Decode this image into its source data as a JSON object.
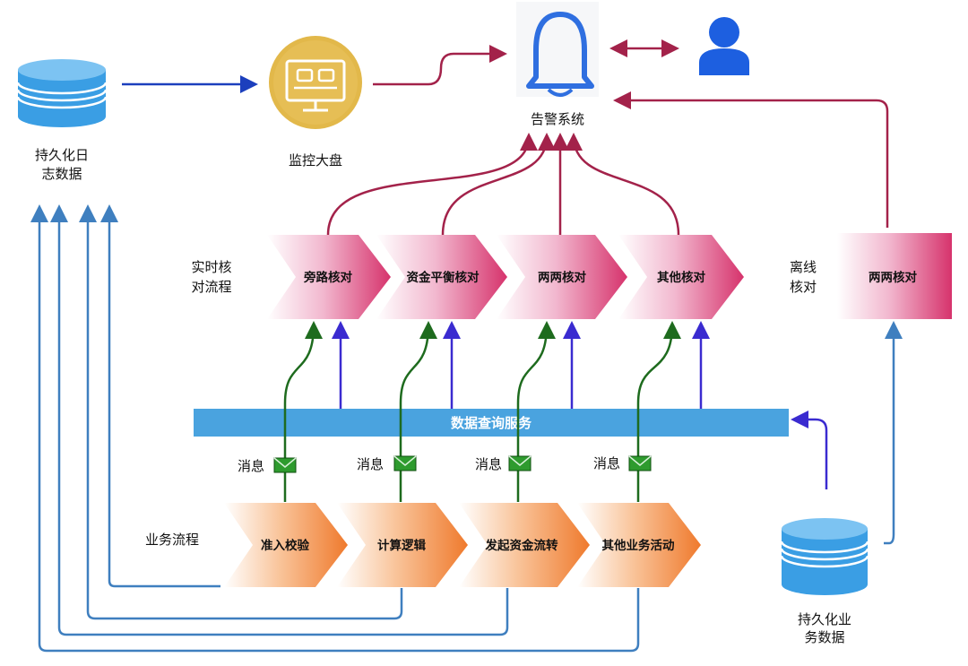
{
  "nodes": {
    "log_db": {
      "label_l1": "持久化日",
      "label_l2": "志数据"
    },
    "monitor": {
      "label": "监控大盘"
    },
    "alert": {
      "label": "告警系统"
    },
    "realtime_section": {
      "label_l1": "实时核",
      "label_l2": "对流程"
    },
    "offline_section": {
      "label_l1": "离线",
      "label_l2": "核对"
    },
    "business_section": {
      "label": "业务流程"
    },
    "query_service": {
      "label": "数据查询服务"
    },
    "biz_db": {
      "label_l1": "持久化业",
      "label_l2": "务数据"
    }
  },
  "realtime_checks": [
    "旁路核对",
    "资金平衡核对",
    "两两核对",
    "其他核对"
  ],
  "offline_checks": [
    "两两核对"
  ],
  "business_steps": [
    "准入校验",
    "计算逻辑",
    "发起资金流转",
    "其他业务活动"
  ],
  "messages": [
    "消息",
    "消息",
    "消息",
    "消息"
  ],
  "colors": {
    "db_blue": "#3a9ee4",
    "service_bar": "#4aa3df",
    "monitor_gold": "#e2b84a",
    "alert_bell": "#2f6fe0",
    "user_blue": "#1d5fe0",
    "check_chevron": "#d6336c",
    "business_chevron": "#ef7a2d",
    "arrow_blue": "#1c3fbd",
    "arrow_crimson": "#a3224a",
    "arrow_green": "#1e6b1e",
    "arrow_steel": "#3f7fbf",
    "arrow_purple": "#3a2bd0",
    "envelope_green": "#2e9b2e"
  }
}
